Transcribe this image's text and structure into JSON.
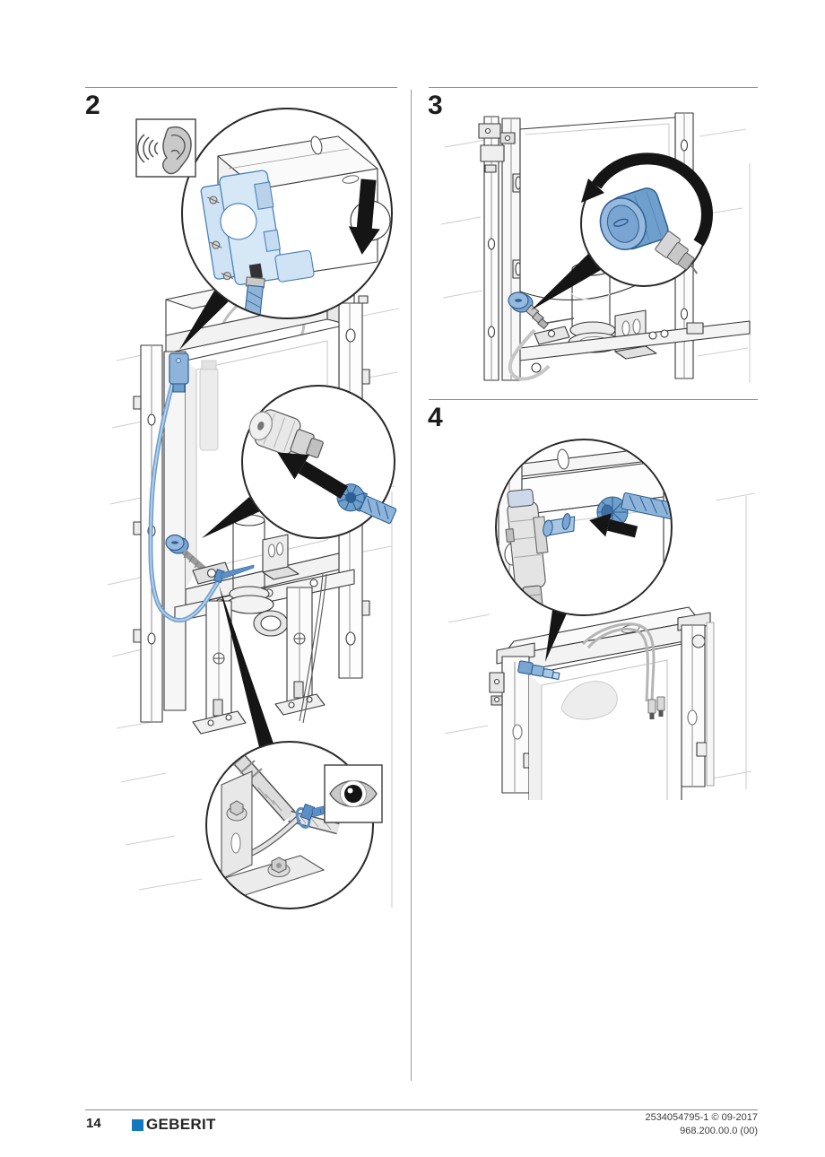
{
  "steps": [
    {
      "number": "2"
    },
    {
      "number": "3"
    },
    {
      "number": "4"
    }
  ],
  "icons": {
    "ear": "ear-listen-icon",
    "eye": "eye-visual-check-icon",
    "arrows": [
      "down-arrow",
      "connect-up-left-arrow",
      "rotate-counterclockwise-arrow",
      "connect-left-arrow"
    ]
  },
  "footer": {
    "page_number": "14",
    "brand": "GEBERIT",
    "doc_ref_line1": "2534054795-1 © 09-2017",
    "doc_ref_line2": "968.200.00.0 (00)"
  },
  "colors": {
    "brand_blue": "#1279bf",
    "highlight_blue": "#6f9fcc",
    "highlight_blue_light": "#c9def2",
    "highlight_blue_dark": "#2d5f93",
    "line_art_gray": "#3a3a3a",
    "arrow_black": "#151515",
    "rule_gray": "#8c8c8c",
    "wall_line_gray": "#cfcfcf"
  }
}
